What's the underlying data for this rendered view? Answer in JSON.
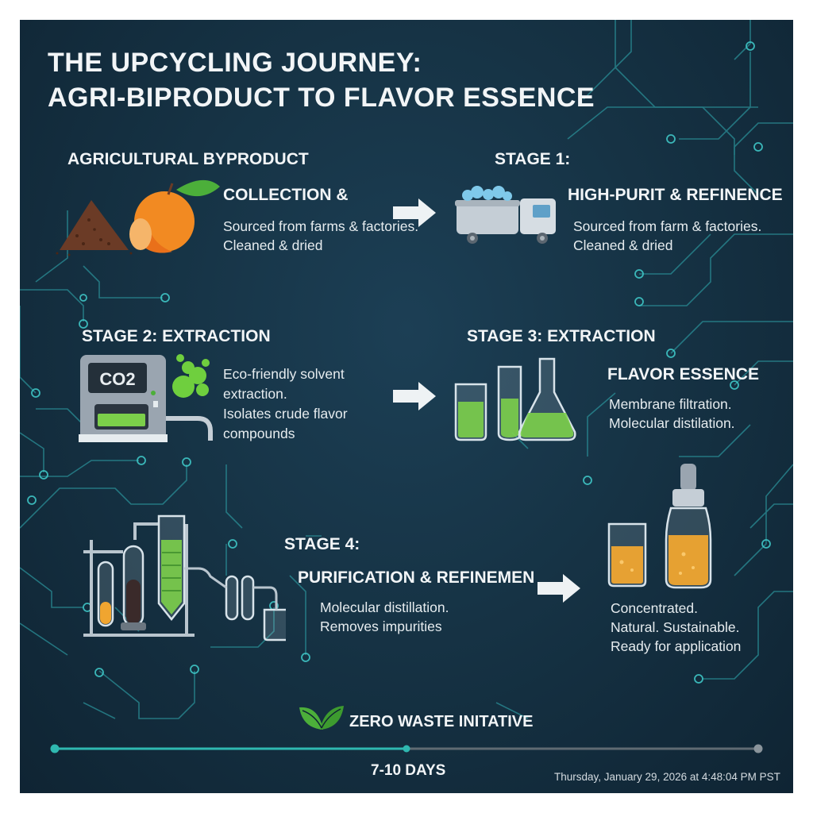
{
  "title": {
    "line1": "THE UPCYCLING JOURNEY:",
    "line2": "AGRI-BIPRODUCT TO FLAVOR ESSENCE"
  },
  "steps": {
    "byproduct": {
      "heading": "AGRICULTURAL BYPRODUCT",
      "subheading": "COLLECTION &",
      "text_line1": "Sourced from farms & factories.",
      "text_line2": "Cleaned & dried"
    },
    "stage1": {
      "label": "STAGE 1:",
      "subheading": "HIGH-PURIT & REFINENCE",
      "text_line1": "Sourced from farm & factories.",
      "text_line2": "Cleaned & dried"
    },
    "stage2": {
      "heading": "STAGE 2: EXTRACTION",
      "machine_label": "CO2",
      "text_line1": "Eco-friendly solvent",
      "text_line2": "extraction.",
      "text_line3": "Isolates crude flavor",
      "text_line4": "compounds"
    },
    "stage3": {
      "heading": "STAGE 3: EXTRACTION",
      "subheading": "FLAVOR ESSENCE",
      "text_line1": "Membrane filtration.",
      "text_line2": "Molecular distilation."
    },
    "stage4": {
      "label": "STAGE 4:",
      "subheading": "PURIFICATION & REFINEMEN",
      "text_line1": "Molecular distillation.",
      "text_line2": "Removes impurities"
    },
    "final": {
      "text_line1": "Concentrated.",
      "text_line2": "Natural. Sustainable.",
      "text_line3": "Ready for application"
    }
  },
  "footer": {
    "initiative": "ZERO WASTE INITATIVE",
    "duration": "7-10 DAYS",
    "timestamp": "Thursday, January 29, 2026 at 4:48:04 PM PST",
    "timeline_progress": 0.5
  },
  "colors": {
    "accent_teal": "#2fb8b0",
    "circuit": "#2a8f97",
    "leaf_green": "#4caf3a",
    "liquid_green": "#7ccf4a",
    "liquid_amber": "#f0a530",
    "orange": "#f28a22"
  },
  "icons": {
    "byproduct": "orange-and-grounds-icon",
    "stage1": "collection-truck-icon",
    "stage2": "co2-extractor-icon",
    "stage3": "lab-glassware-icon",
    "stage4": "distillation-apparatus-icon",
    "final": "essence-bottle-icon",
    "footer": "leaf-icon"
  }
}
